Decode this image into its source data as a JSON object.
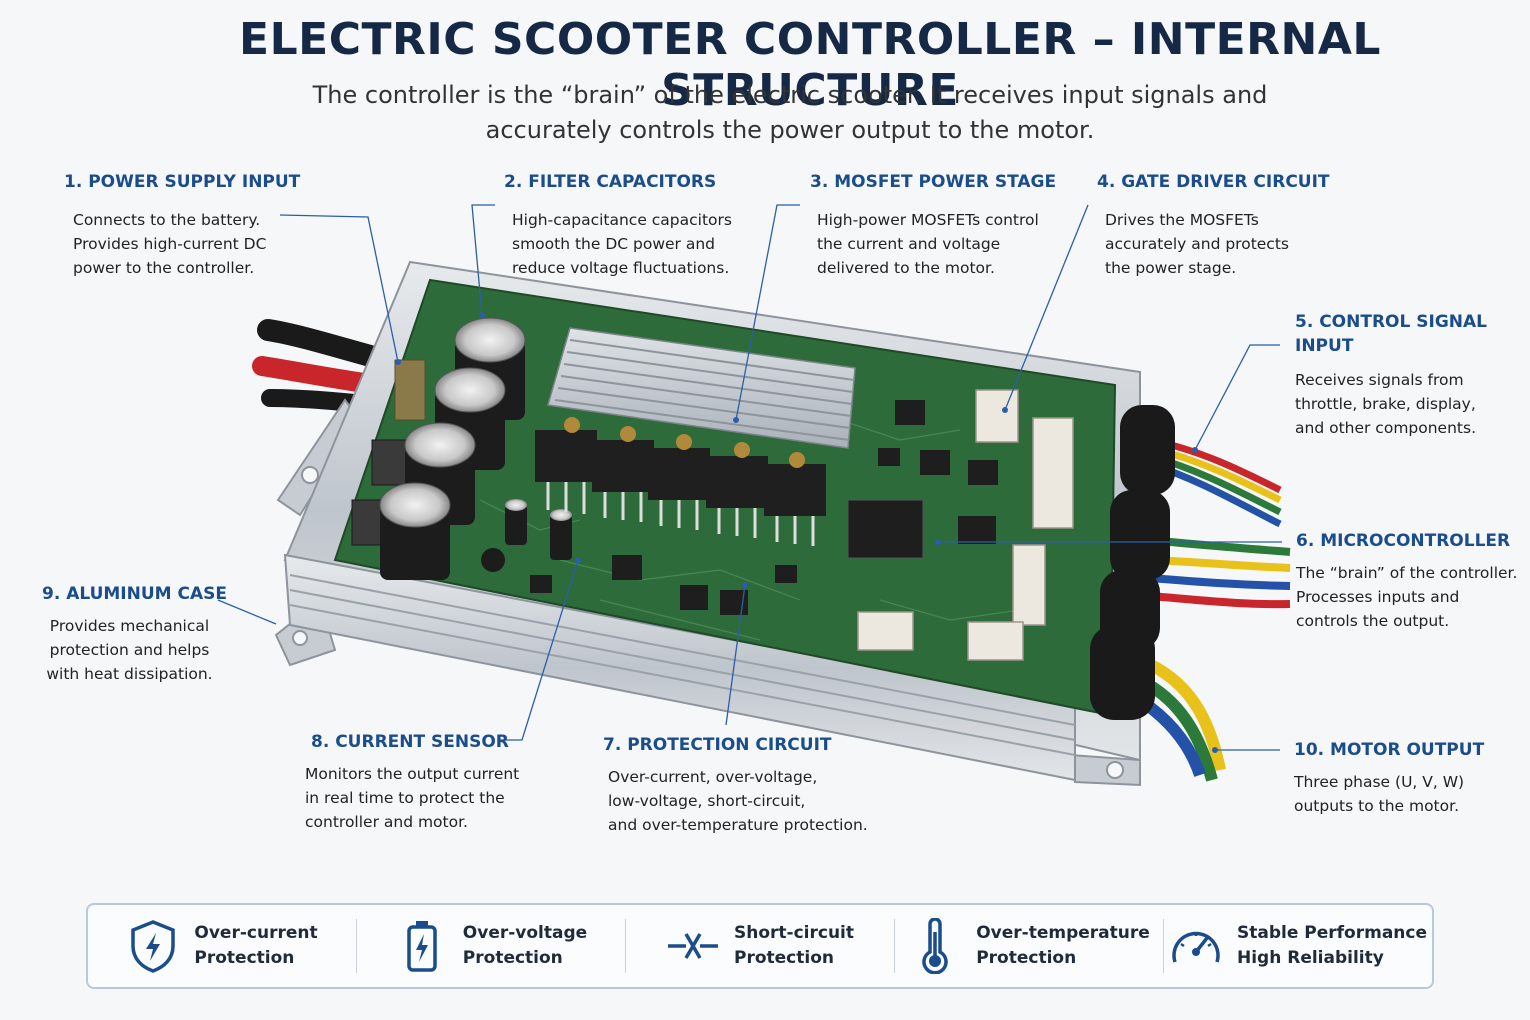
{
  "title": "ELECTRIC SCOOTER CONTROLLER – INTERNAL STRUCTURE",
  "subtitle_line1": "The controller is the “brain” of the electric scooter. It receives input signals and",
  "subtitle_line2": "accurately controls the power output to the motor.",
  "labels": {
    "power_supply": {
      "title": "1. POWER SUPPLY INPUT",
      "lines": [
        "Connects to the battery.",
        "Provides high-current DC",
        "power to the controller."
      ]
    },
    "filter_caps": {
      "title": "2. FILTER CAPACITORS",
      "lines": [
        "High-capacitance capacitors",
        "smooth the DC power and",
        "reduce voltage fluctuations."
      ]
    },
    "mosfet": {
      "title": "3. MOSFET POWER STAGE",
      "lines": [
        "High-power MOSFETs control",
        "the current and voltage",
        "delivered to the motor."
      ]
    },
    "gate_driver": {
      "title": "4. GATE DRIVER CIRCUIT",
      "lines": [
        "Drives the MOSFETs",
        "accurately and protects",
        "the power stage."
      ]
    },
    "control_signal": {
      "title_line1": "5. CONTROL SIGNAL",
      "title_line2": "INPUT",
      "lines": [
        "Receives signals from",
        "throttle, brake, display,",
        "and other components."
      ]
    },
    "microcontroller": {
      "title": "6. MICROCONTROLLER",
      "lines": [
        "The “brain” of the controller.",
        "Processes inputs and",
        "controls the output."
      ]
    },
    "protection": {
      "title": "7. PROTECTION CIRCUIT",
      "lines": [
        "Over-current, over-voltage,",
        "low-voltage, short-circuit,",
        "and over-temperature protection."
      ]
    },
    "current_sensor": {
      "title": "8. CURRENT SENSOR",
      "lines": [
        "Monitors the output current",
        "in real time to protect the",
        "controller and motor."
      ]
    },
    "aluminum_case": {
      "title": "9. ALUMINUM CASE",
      "lines": [
        "Provides mechanical",
        "protection and helps",
        "with heat dissipation."
      ]
    },
    "motor_output": {
      "title": "10. MOTOR OUTPUT",
      "lines": [
        "Three phase (U, V, W)",
        "outputs to the motor."
      ]
    }
  },
  "features": [
    {
      "icon": "shield-bolt-icon",
      "line1": "Over-current",
      "line2": "Protection"
    },
    {
      "icon": "battery-bolt-icon",
      "line1": "Over-voltage",
      "line2": "Protection"
    },
    {
      "icon": "short-circuit-icon",
      "line1": "Short-circuit",
      "line2": "Protection"
    },
    {
      "icon": "thermometer-icon",
      "line1": "Over-temperature",
      "line2": "Protection"
    },
    {
      "icon": "gauge-icon",
      "line1": "Stable Performance",
      "line2": "High Reliability"
    }
  ],
  "colors": {
    "title": "#152845",
    "label_heading": "#1b4c8c",
    "pcb": "#2e6b3a",
    "case": "#c9ced4",
    "icon": "#1b4c8c"
  }
}
